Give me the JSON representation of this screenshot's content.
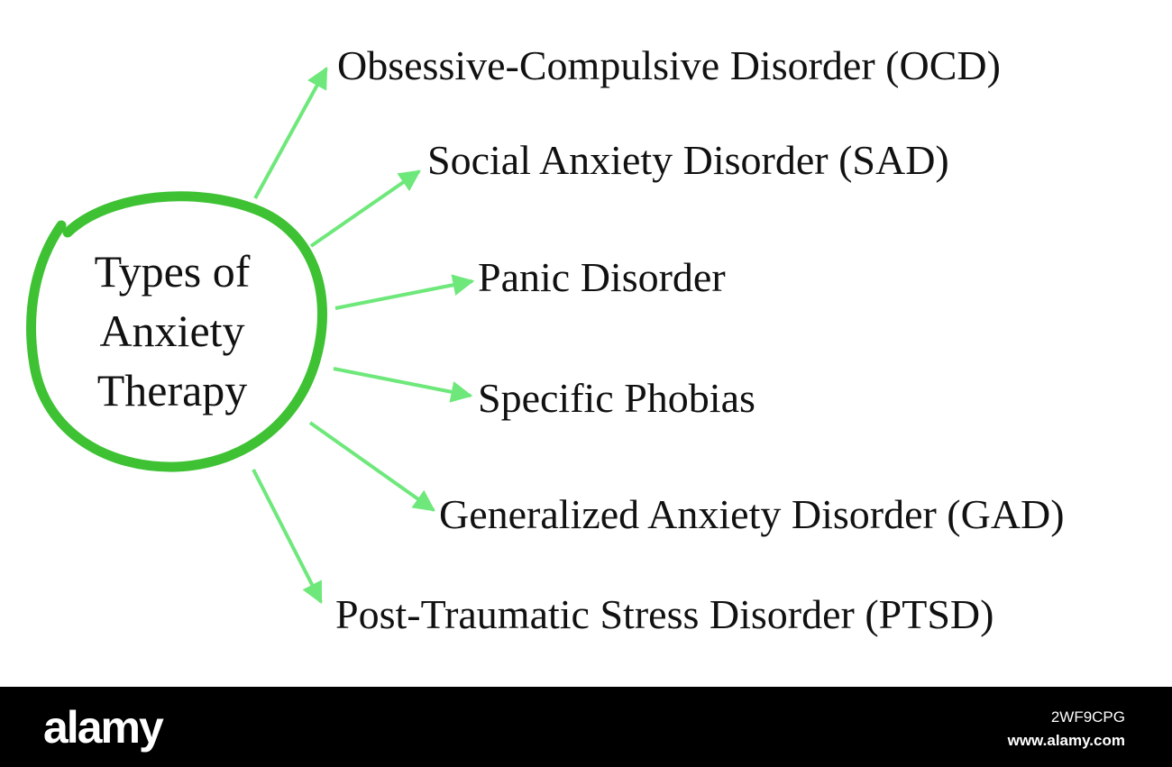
{
  "center": {
    "lines": [
      "Types of",
      "Anxiety",
      "Therapy"
    ]
  },
  "branches": [
    {
      "label": "Obsessive-Compulsive Disorder (OCD)"
    },
    {
      "label": "Social Anxiety Disorder (SAD)"
    },
    {
      "label": "Panic Disorder"
    },
    {
      "label": "Specific Phobias"
    },
    {
      "label": "Generalized Anxiety Disorder (GAD)"
    },
    {
      "label": "Post-Traumatic Stress Disorder (PTSD)"
    }
  ],
  "colors": {
    "circle": "#3ec234",
    "arrow": "#6ee87a",
    "text": "#111111",
    "footer": "#000000"
  },
  "footer": {
    "brand": "alamy",
    "image_code": "2WF9CPG",
    "site": "www.alamy.com"
  }
}
